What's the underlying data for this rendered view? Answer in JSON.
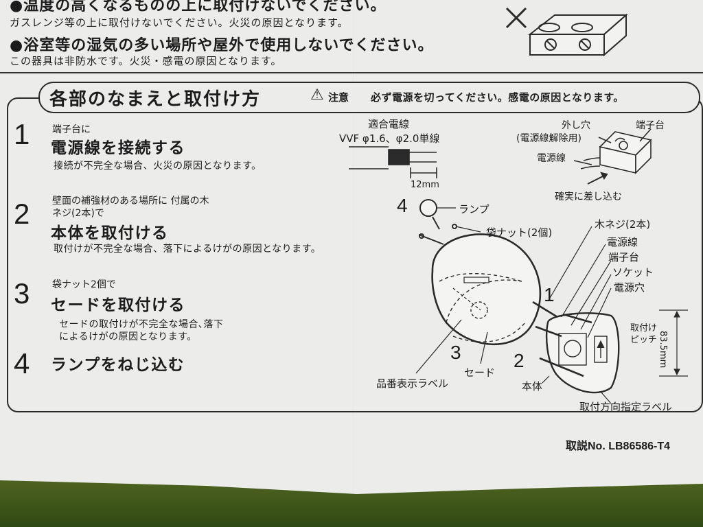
{
  "top_warnings": [
    "●温度の高くなるものの上に取付けないでください。",
    "ガスレンジ等の上に取付けないでください。火災の原因となります。",
    "●浴室等の湿気の多い場所や屋外で使用しないでください。",
    "この器具は非防水です。火災・感電の原因となります。"
  ],
  "title": "各部のなまえと取付け方",
  "caution_label": "注意",
  "caution_text": "必ず電源を切ってください。感電の原因となります。",
  "steps": [
    {
      "num": "1",
      "pre": "端子台に",
      "head": "電源線を接続する",
      "desc": [
        "接続が不完全な場合、火災の原因となります。"
      ]
    },
    {
      "num": "2",
      "pre": "壁面の補強材のある場所に 付属の木ネジ(2本)で",
      "head": "本体を取付ける",
      "desc": [
        "取付けが不完全な場合、落下によるけがの原因となります。"
      ]
    },
    {
      "num": "3",
      "pre": "袋ナット2個で",
      "head": "セードを取付ける",
      "desc": [
        "セードの取付けが不完全な場合､落下",
        "によるけがの原因となります。"
      ]
    },
    {
      "num": "4",
      "pre": "",
      "head": "ランプをねじ込む",
      "desc": []
    }
  ],
  "wire": {
    "title": "適合電線",
    "spec": "VVF φ1.6、φ2.0単線",
    "strip": "12mm"
  },
  "terminal": {
    "hole": "外し穴",
    "hole_sub": "(電源線解除用)",
    "block": "端子台",
    "wire": "電源線",
    "insert": "確実に差し込む"
  },
  "parts": {
    "lamp": "ランプ",
    "nut": "袋ナット(2個)",
    "screw": "木ネジ(2本)",
    "power_wire": "電源線",
    "terminal": "端子台",
    "socket": "ソケット",
    "power_hole": "電源穴",
    "pitch": "取付け ピッチ",
    "pitch_value": "83.5mm",
    "label": "品番表示ラベル",
    "shade": "セード",
    "body": "本体",
    "dir_label": "取付方向指定ラベル",
    "num1": "1",
    "num2": "2",
    "num3": "3",
    "num4": "4"
  },
  "footer": {
    "code": "取説No.   LB86586-T4"
  }
}
